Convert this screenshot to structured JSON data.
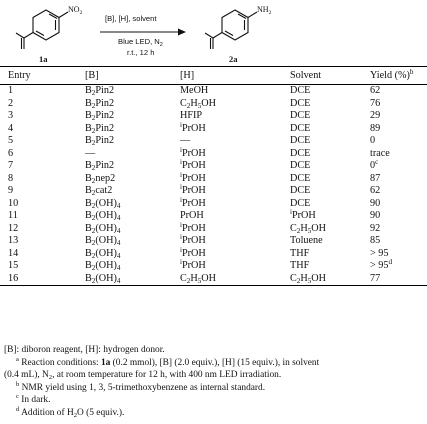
{
  "scheme": {
    "reactant_label": "1a",
    "product_label": "2a",
    "reactant_substituent": "NO2",
    "product_substituent": "NH2",
    "conditions_above": "[B], [H], solvent",
    "conditions_below_1": "Blue LED, N2",
    "conditions_below_2": "r.t., 12 h"
  },
  "table": {
    "headers": [
      "Entry",
      "[B]",
      "[H]",
      "Solvent",
      "Yield (%)b"
    ],
    "rows": [
      [
        "1",
        "B2Pin2",
        "MeOH",
        "DCE",
        "62"
      ],
      [
        "2",
        "B2Pin2",
        "C2H5OH",
        "DCE",
        "76"
      ],
      [
        "3",
        "B2Pin2",
        "HFIP",
        "DCE",
        "29"
      ],
      [
        "4",
        "B2Pin2",
        "iPrOH",
        "DCE",
        "89"
      ],
      [
        "5",
        "B2Pin2",
        "—",
        "DCE",
        "0"
      ],
      [
        "6",
        "—",
        "iPrOH",
        "DCE",
        "trace"
      ],
      [
        "7",
        "B2Pin2",
        "iPrOH",
        "DCE",
        "0c"
      ],
      [
        "8",
        "B2nep2",
        "iPrOH",
        "DCE",
        "87"
      ],
      [
        "9",
        "B2cat2",
        "iPrOH",
        "DCE",
        "62"
      ],
      [
        "10",
        "B2(OH)4",
        "iPrOH",
        "DCE",
        "90"
      ],
      [
        "11",
        "B2(OH)4",
        "PrOH",
        "iPrOH",
        "90"
      ],
      [
        "12",
        "B2(OH)4",
        "iPrOH",
        "C2H5OH",
        "92"
      ],
      [
        "13",
        "B2(OH)4",
        "iPrOH",
        "Toluene",
        "85"
      ],
      [
        "14",
        "B2(OH)4",
        "iPrOH",
        "THF",
        "> 95"
      ],
      [
        "15",
        "B2(OH)4",
        "iPrOH",
        "THF",
        "> 95d"
      ],
      [
        "16",
        "B2(OH)4",
        "C2H5OH",
        "C2H5OH",
        "77"
      ]
    ]
  },
  "footnotes": {
    "legend": "[B]: diboron reagent, [H]: hydrogen donor.",
    "a_1": "a Reaction conditions: 1a (0.2 mmol), [B] (2.0 equiv.), [H] (15 equiv.), in solvent",
    "a_2": "(0.4 mL), N2, at room temperature for 12 h, with 400 nm LED irradiation.",
    "b": "b NMR yield using 1, 3, 5-trimethoxybenzene as internal standard.",
    "c": "c In dark.",
    "d": "d Addition of H2O (5 equiv.)."
  }
}
